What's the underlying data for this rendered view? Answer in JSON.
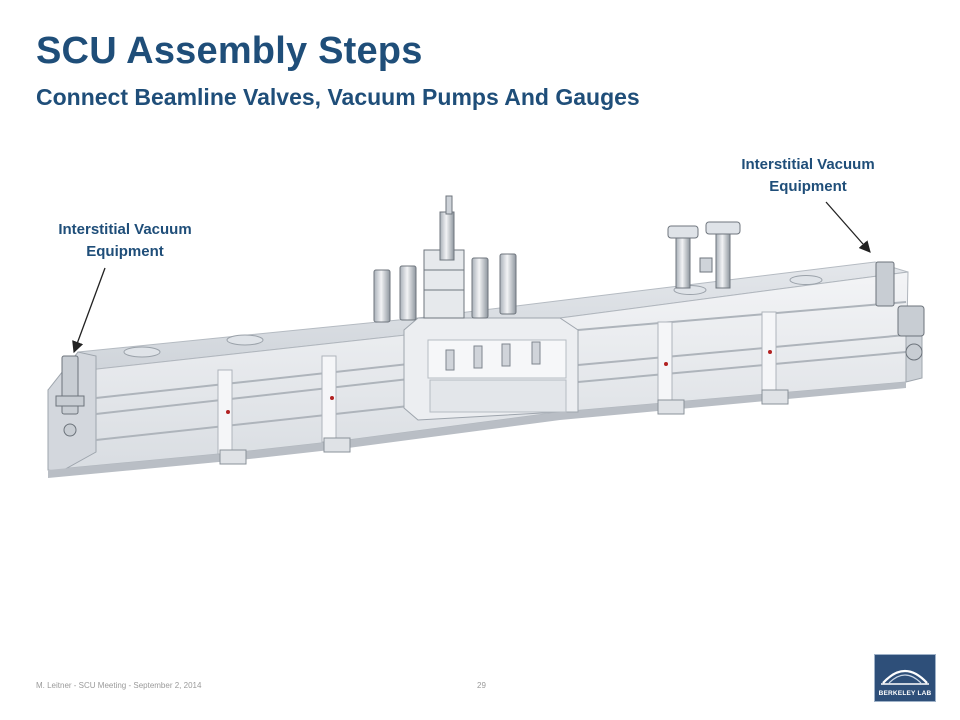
{
  "slide": {
    "title": "SCU Assembly Steps",
    "subtitle": "Connect Beamline Valves, Vacuum Pumps And Gauges"
  },
  "labels": {
    "left": [
      "Interstitial Vacuum",
      "Equipment"
    ],
    "right": [
      "Interstitial Vacuum",
      "Equipment"
    ]
  },
  "footer": {
    "author_meeting": "M. Leitner - SCU Meeting - September 2, 2014",
    "page_number": "29"
  },
  "logo": {
    "text": "BERKELEY LAB"
  },
  "colors": {
    "title": "#1f4e79",
    "arrow": "#222222",
    "body_light": "#e9ebee",
    "body_shadow": "#c9cdd3"
  }
}
